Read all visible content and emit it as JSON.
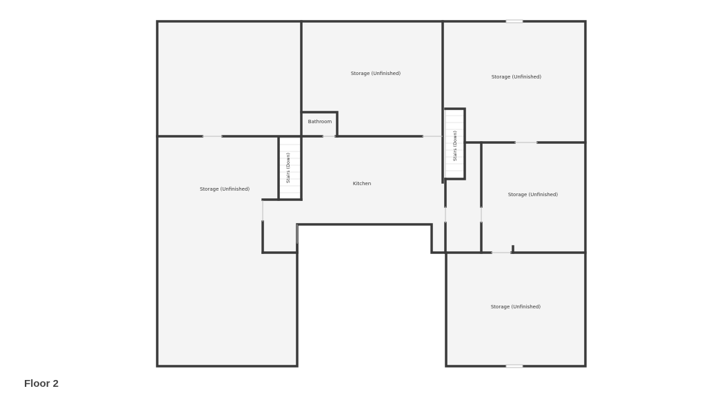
{
  "floor": {
    "label": "Floor 2"
  },
  "rooms": {
    "storage_top_middle": "Storage (Unfinished)",
    "storage_top_right": "Storage (Unfinished)",
    "storage_left": "Storage (Unfinished)",
    "storage_mid_right": "Storage (Unfinished)",
    "storage_bottom_right": "Storage (Unfinished)",
    "bathroom": "Bathroom",
    "kitchen": "Kitchen",
    "stairs_left": "Stairs (Down)",
    "stairs_right": "Stairs (Down)"
  },
  "colors": {
    "wall": "#3a3a3a",
    "floor_fill": "#f4f4f4",
    "background": "#ffffff",
    "label_text": "#333333"
  }
}
